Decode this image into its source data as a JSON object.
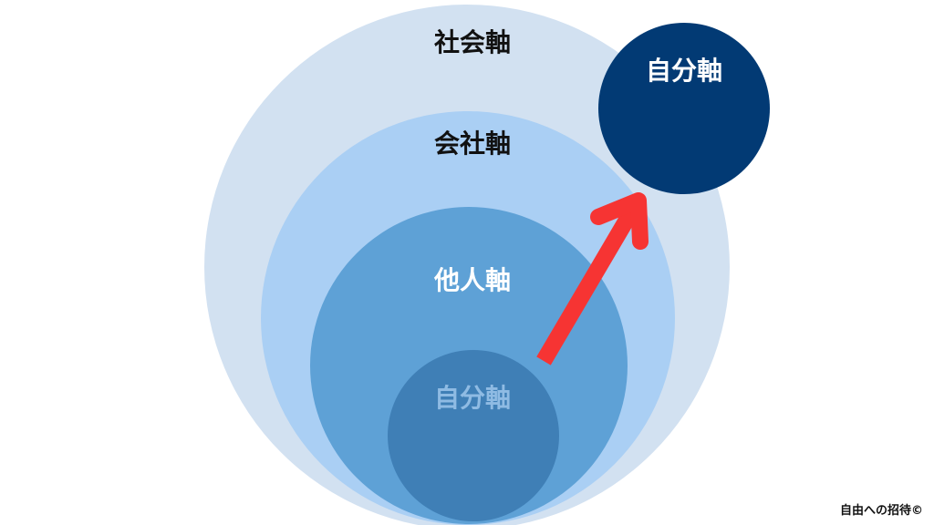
{
  "circles": {
    "society": {
      "label": "社会軸",
      "color": "#d2e1f1",
      "text_color": "#111111"
    },
    "company": {
      "label": "会社軸",
      "color": "#aacff4",
      "text_color": "#111111"
    },
    "others": {
      "label": "他人軸",
      "color": "#5ea1d6",
      "text_color": "#ffffff"
    },
    "self_inner": {
      "label": "自分軸",
      "color": "#3f7fb6",
      "text_color": "#8fbbe3"
    },
    "self_outer": {
      "label": "自分軸",
      "color": "#023a74",
      "text_color": "#ffffff"
    }
  },
  "arrow_color": "#f63433",
  "credit": "自由への招待©"
}
